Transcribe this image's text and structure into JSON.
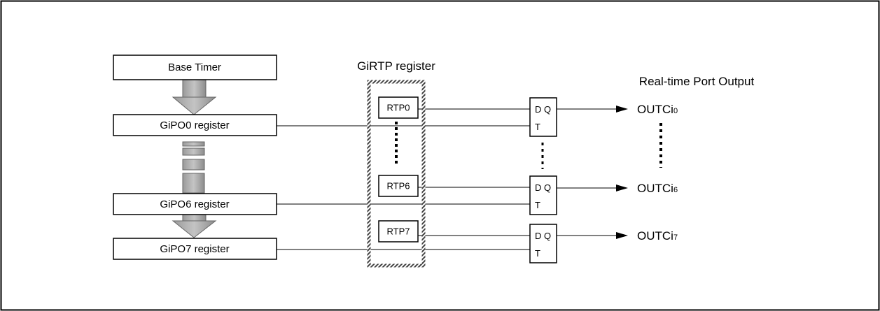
{
  "left_column": {
    "base_timer": "Base Timer",
    "po0": "GiPO0 register",
    "po6": "GiPO6 register",
    "po7": "GiPO7 register"
  },
  "girtp": {
    "title": "GiRTP register",
    "rtp0": "RTP0",
    "rtp6": "RTP6",
    "rtp7": "RTP7"
  },
  "flipflop": {
    "dq": "D Q",
    "t": "T"
  },
  "outputs": {
    "title": "Real-time Port Output",
    "out0_main": "OUTCi",
    "out0_sub": "0",
    "out6_main": "OUTCi",
    "out6_sub": "6",
    "out7_main": "OUTCi",
    "out7_sub": "7"
  }
}
